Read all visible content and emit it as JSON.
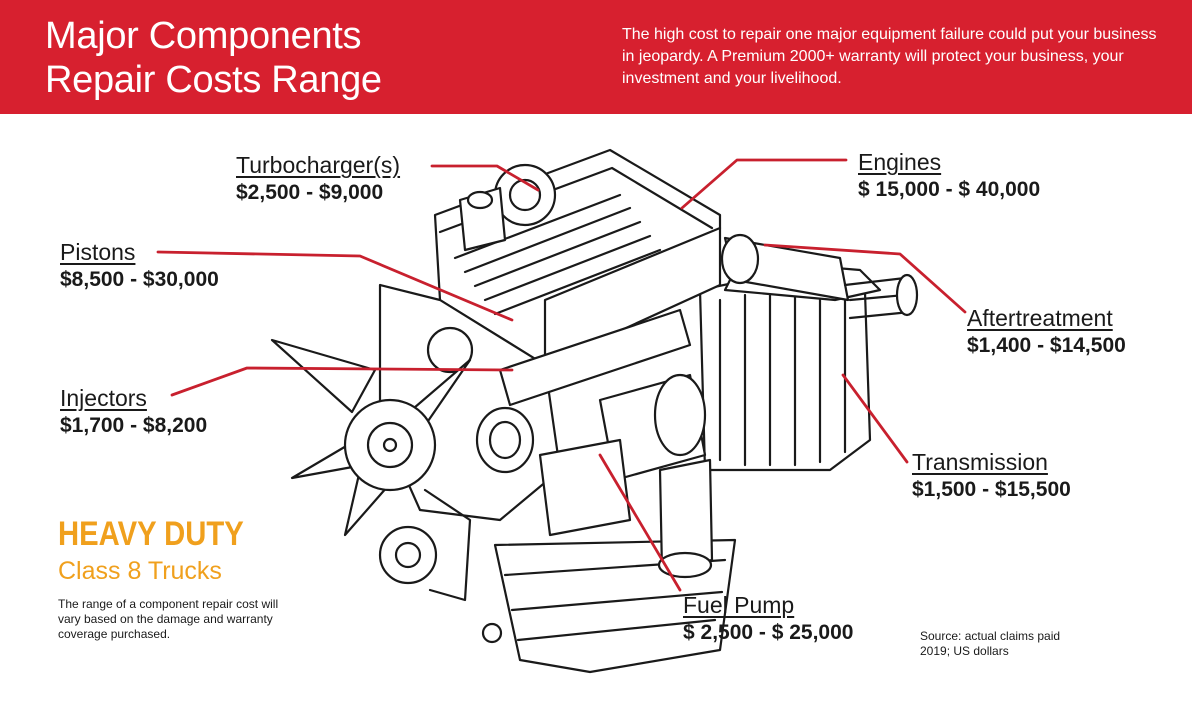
{
  "header": {
    "title_line1": "Major Components",
    "title_line2": "Repair Costs Range",
    "intro": "The high cost to repair one major equipment failure could put your business in jeopardy. A Premium 2000+ warranty will protect your business, your investment and your livelihood."
  },
  "components": {
    "turbocharger": {
      "name": "Turbocharger(s)",
      "cost": "$2,500 - $9,000"
    },
    "pistons": {
      "name": "Pistons",
      "cost": "$8,500 - $30,000"
    },
    "injectors": {
      "name": "Injectors",
      "cost": "$1,700 - $8,200"
    },
    "engines": {
      "name": "Engines",
      "cost": "$ 15,000 - $ 40,000"
    },
    "aftertreatment": {
      "name": "Aftertreatment",
      "cost": "$1,400 - $14,500"
    },
    "transmission": {
      "name": "Transmission",
      "cost": "$1,500 - $15,500"
    },
    "fuel_pump": {
      "name": "Fuel Pump",
      "cost": "$ 2,500 - $ 25,000"
    }
  },
  "heavy_duty": {
    "title": "HEAVY DUTY",
    "subtitle": "Class 8 Trucks",
    "note": "The range of a component repair cost will vary based on the damage and warranty coverage purchased."
  },
  "source": "Source: actual claims paid 2019; US dollars",
  "colors": {
    "brand_red": "#d7202f",
    "accent_orange": "#f0a01d",
    "leader_line": "#c8202e",
    "text": "#1a1a1a"
  }
}
